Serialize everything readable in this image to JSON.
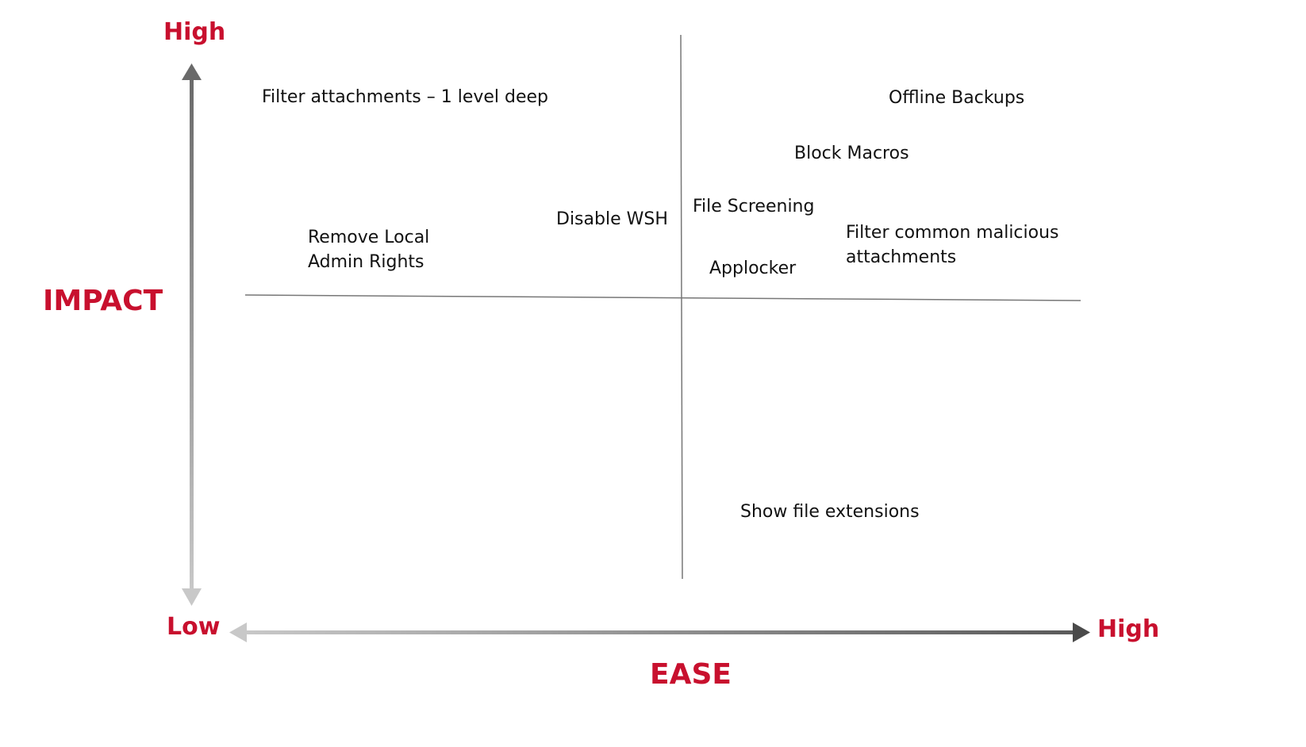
{
  "axes": {
    "y_title": "IMPACT",
    "y_high": "High",
    "y_low": "Low",
    "x_title": "EASE",
    "x_high": "High"
  },
  "colors": {
    "accent": "#c8102e",
    "text": "#111111",
    "divider": "#777777"
  },
  "items": [
    {
      "id": "filter-attachments",
      "label": "Filter attachments – 1 level deep"
    },
    {
      "id": "offline-backups",
      "label": "Offline Backups"
    },
    {
      "id": "block-macros",
      "label": "Block Macros"
    },
    {
      "id": "file-screening",
      "label": "File Screening"
    },
    {
      "id": "disable-wsh",
      "label": "Disable WSH"
    },
    {
      "id": "remove-local-admin",
      "label": "Remove Local\nAdmin Rights"
    },
    {
      "id": "filter-common-malicious",
      "label": "Filter common malicious\nattachments"
    },
    {
      "id": "applocker",
      "label": "Applocker"
    },
    {
      "id": "show-file-extensions",
      "label": "Show file extensions"
    }
  ]
}
